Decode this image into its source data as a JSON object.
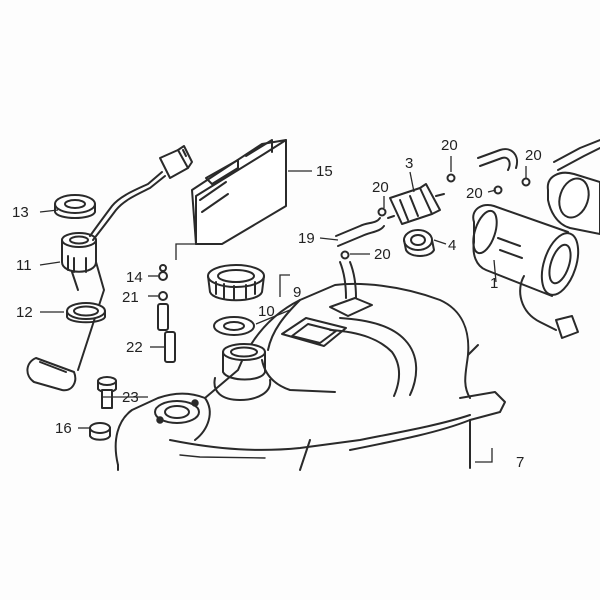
{
  "diagram": {
    "ink_color": "#2a2a2a",
    "background": "#fdfdfd",
    "callouts": [
      {
        "key": "c1",
        "text": "1"
      },
      {
        "key": "c3",
        "text": "3"
      },
      {
        "key": "c4",
        "text": "4"
      },
      {
        "key": "c7",
        "text": "7"
      },
      {
        "key": "c9",
        "text": "9"
      },
      {
        "key": "c10",
        "text": "10"
      },
      {
        "key": "c11",
        "text": "11"
      },
      {
        "key": "c12",
        "text": "12"
      },
      {
        "key": "c13",
        "text": "13"
      },
      {
        "key": "c14",
        "text": "14"
      },
      {
        "key": "c15",
        "text": "15"
      },
      {
        "key": "c16",
        "text": "16"
      },
      {
        "key": "c19",
        "text": "19"
      },
      {
        "key": "c20a",
        "text": "20"
      },
      {
        "key": "c20b",
        "text": "20"
      },
      {
        "key": "c20c",
        "text": "20"
      },
      {
        "key": "c20d",
        "text": "20"
      },
      {
        "key": "c20e",
        "text": "20"
      },
      {
        "key": "c21",
        "text": "21"
      },
      {
        "key": "c22",
        "text": "22"
      },
      {
        "key": "c23",
        "text": "23"
      }
    ]
  }
}
